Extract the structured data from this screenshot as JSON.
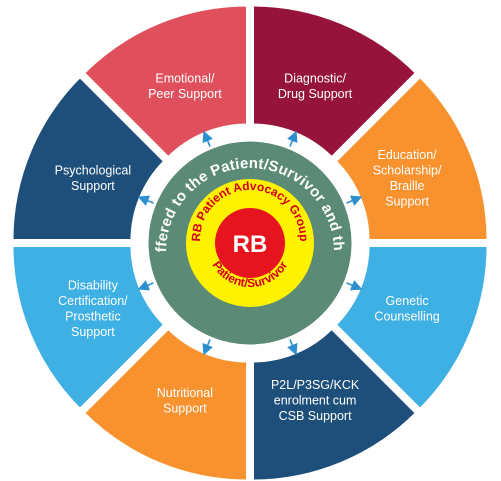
{
  "center": {
    "core_label": "RB",
    "group_name": "RB Patient Advocacy Group",
    "audience": "Patient/Survivor"
  },
  "ring_text": "Services Offered to the Patient/Survivor and their families",
  "segments": [
    {
      "key": "emotional",
      "lines": [
        "Emotional/",
        "Peer Support"
      ],
      "color": "#e0505c"
    },
    {
      "key": "diagnostic",
      "lines": [
        "Diagnostic/",
        "Drug Support"
      ],
      "color": "#96143c"
    },
    {
      "key": "education",
      "lines": [
        "Education/",
        "Scholarship/",
        "Braille",
        "Support"
      ],
      "color": "#f7922e"
    },
    {
      "key": "genetic",
      "lines": [
        "Genetic",
        "Counselling"
      ],
      "color": "#3eb0e4"
    },
    {
      "key": "p2l",
      "lines": [
        "P2L/P3SG/KCK",
        "enrolment cum",
        "CSB Support"
      ],
      "color": "#1e4f7a"
    },
    {
      "key": "nutritional",
      "lines": [
        "Nutritional",
        "Support"
      ],
      "color": "#f7922e"
    },
    {
      "key": "disability",
      "lines": [
        "Disability",
        "Certification/",
        "Prosthetic",
        "Support"
      ],
      "color": "#3eb0e4"
    },
    {
      "key": "psychological",
      "lines": [
        "Psychological",
        "Support"
      ],
      "color": "#1e4f7a"
    }
  ],
  "colors": {
    "ring": "#5b8a76",
    "yellow_band": "#fff200",
    "core": "#e6141e",
    "connector": "#2d8fcf",
    "gap": "#ffffff"
  }
}
